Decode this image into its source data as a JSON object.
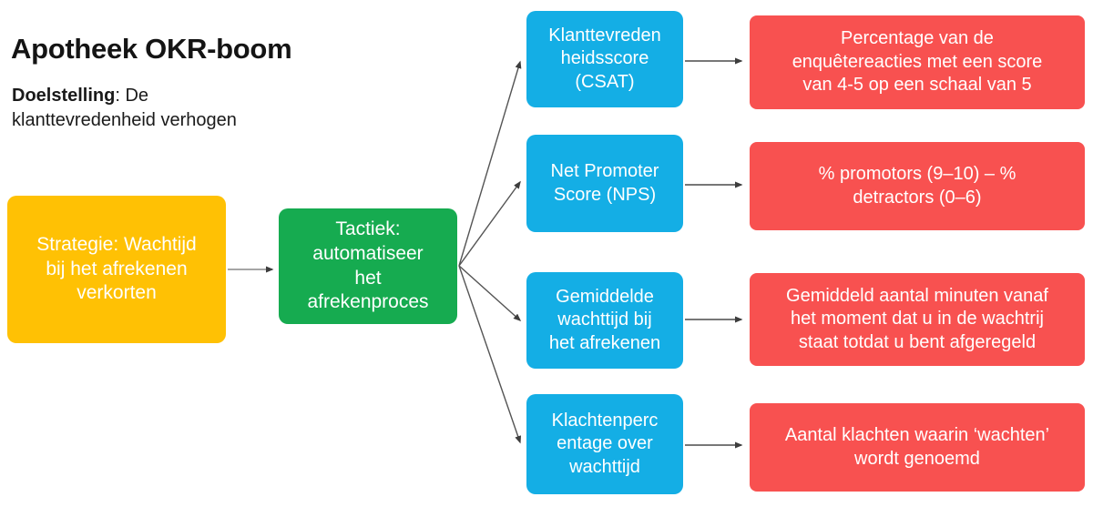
{
  "header": {
    "title": "Apotheek OKR-boom",
    "objective_label": "Doelstelling",
    "objective_rest": ": De\nklanttevredenheid verhogen"
  },
  "strategy": {
    "label": "Strategie: Wachtijd\nbij het afrekenen\nverkorten"
  },
  "tactic": {
    "label": "Tactiek:\nautomatiseer\nhet\nafrekenproces"
  },
  "rows": [
    {
      "kpi": "Klanttevreden\nheidsscore\n(CSAT)",
      "description": "Percentage van de\nenquêtereacties met een score\nvan 4-5 op een schaal van 5"
    },
    {
      "kpi": "Net Promoter\nScore (NPS)",
      "description": "% promotors (9–10) – %\ndetractors (0–6)"
    },
    {
      "kpi": "Gemiddelde\nwachttijd bij\nhet afrekenen",
      "description": "Gemiddeld aantal minuten vanaf\nhet moment dat u in de wachtrij\nstaat totdat u bent afgeregeld"
    },
    {
      "kpi": "Klachtenperc\nentage over\nwachttijd",
      "description": "Aantal klachten waarin ‘wachten’\nwordt genoemd"
    }
  ],
  "colors": {
    "strategy_box": "#FFC104",
    "tactic_box": "#16AB50",
    "kpi_box": "#14AEE5",
    "description_box": "#F85150",
    "arrow_line": "#595959",
    "box_text": "#FFFFFF",
    "heading_text": "#141414"
  }
}
